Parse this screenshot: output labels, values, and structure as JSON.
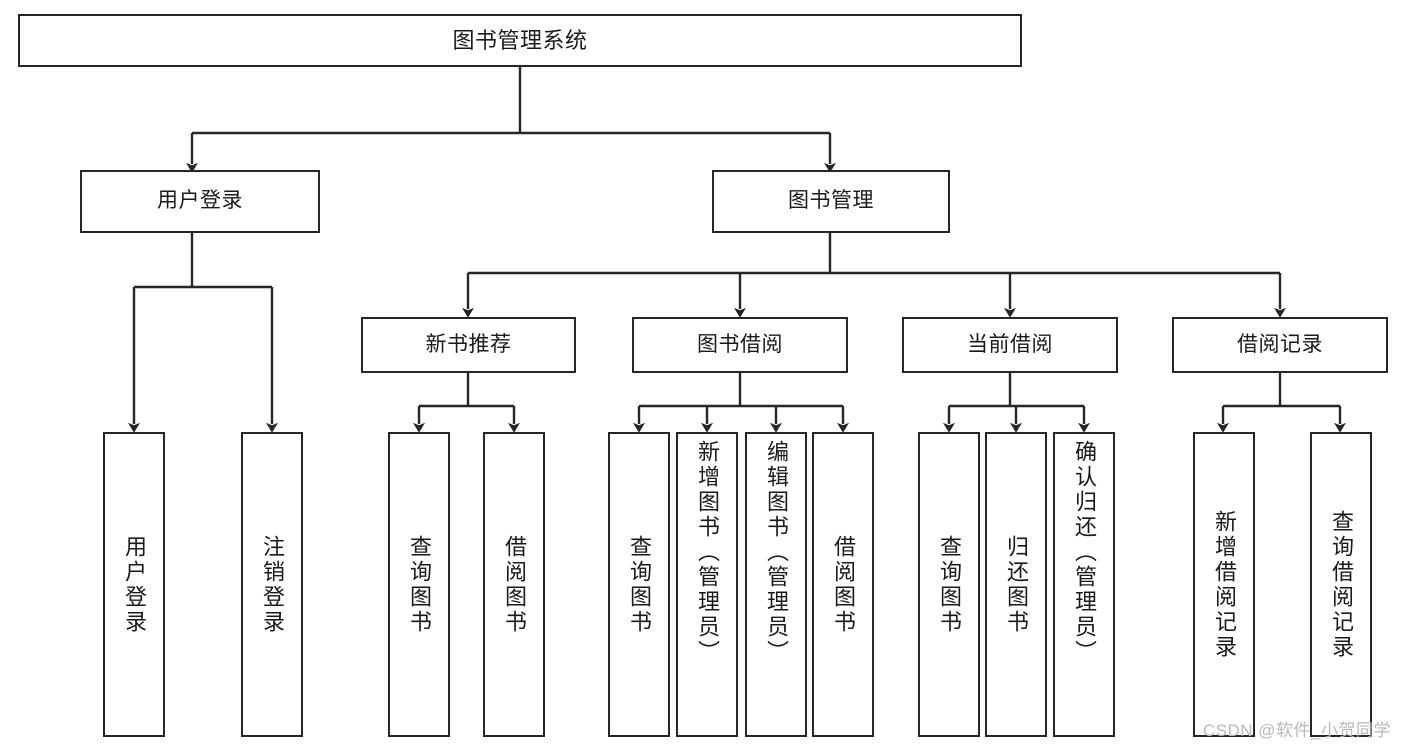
{
  "diagram": {
    "type": "tree-hierarchy-diagram",
    "title": "图书管理系统",
    "watermark": "CSDN @软件_小贺同学",
    "colors": {
      "background": "#ffffff",
      "box_border": "#262626",
      "box_fill": "#ffffff",
      "connector": "#262626",
      "text": "#1a1a1a",
      "watermark": "#b9b9b9"
    },
    "nodes": {
      "root": {
        "label": "图书管理系统"
      },
      "level1": [
        {
          "id": "user-login",
          "label": "用户登录"
        },
        {
          "id": "book-management",
          "label": "图书管理"
        }
      ],
      "level2": [
        {
          "id": "new-book-recommend",
          "label": "新书推荐"
        },
        {
          "id": "book-borrow",
          "label": "图书借阅"
        },
        {
          "id": "current-borrow",
          "label": "当前借阅"
        },
        {
          "id": "borrow-record",
          "label": "借阅记录"
        }
      ],
      "leaves": {
        "user-login": [
          {
            "id": "leaf-user-login",
            "label": "用户登录"
          },
          {
            "id": "leaf-logout",
            "label": "注销登录"
          }
        ],
        "new-book-recommend": [
          {
            "id": "leaf-query-book-1",
            "label": "查询图书"
          },
          {
            "id": "leaf-borrow-book-1",
            "label": "借阅图书"
          }
        ],
        "book-borrow": [
          {
            "id": "leaf-query-book-2",
            "label": "查询图书"
          },
          {
            "id": "leaf-add-book",
            "label": "新增图书（管理员）"
          },
          {
            "id": "leaf-edit-book",
            "label": "编辑图书（管理员）"
          },
          {
            "id": "leaf-borrow-book-2",
            "label": "借阅图书"
          }
        ],
        "current-borrow": [
          {
            "id": "leaf-query-book-3",
            "label": "查询图书"
          },
          {
            "id": "leaf-return-book",
            "label": "归还图书"
          },
          {
            "id": "leaf-confirm-return",
            "label": "确认归还（管理员）"
          }
        ],
        "borrow-record": [
          {
            "id": "leaf-add-record",
            "label": "新增借阅记录"
          },
          {
            "id": "leaf-query-record",
            "label": "查询借阅记录"
          }
        ]
      }
    }
  }
}
